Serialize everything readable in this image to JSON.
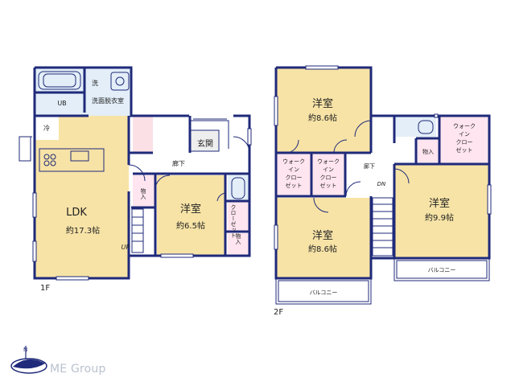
{
  "floor1": {
    "label": "1F",
    "ldk": {
      "name": "LDK",
      "size": "約17.3帖"
    },
    "yoshitsu": {
      "name": "洋室",
      "size": "約6.5帖"
    },
    "genkan": "玄関",
    "rouka": "廊下",
    "sentakudatsui": "洗面脱衣室",
    "ub": "UB",
    "sen": "洗",
    "rei": "冷",
    "monoire1": "物入",
    "monoire2": "物入",
    "closet": "クローゼット",
    "up": "UP"
  },
  "floor2": {
    "label": "2F",
    "room_top": {
      "name": "洋室",
      "size": "約8.6帖"
    },
    "room_bottom": {
      "name": "洋室",
      "size": "約8.6帖"
    },
    "room_right": {
      "name": "洋室",
      "size": "約9.9帖"
    },
    "wic1": [
      "ウォーク",
      "イン",
      "クロー",
      "ゼット"
    ],
    "wic2": [
      "ウォーク",
      "イン",
      "クロー",
      "ゼット"
    ],
    "wic3": [
      "ウォーク",
      "イン",
      "クロー",
      "ゼット"
    ],
    "monoire": "物入",
    "rouka": "廊下",
    "dn": "DN",
    "balcony1": "バルコニー",
    "balcony2": "バルコニー"
  },
  "colors": {
    "wall": "#1f2a7a",
    "room_fill": "#f7e3a6",
    "closet_fill": "#ffe5ef",
    "wet_fill": "#e3eef8",
    "pink_fill": "#fbe0e6"
  },
  "logo": {
    "text": "ME Group",
    "icon": "compass-logo-icon"
  }
}
